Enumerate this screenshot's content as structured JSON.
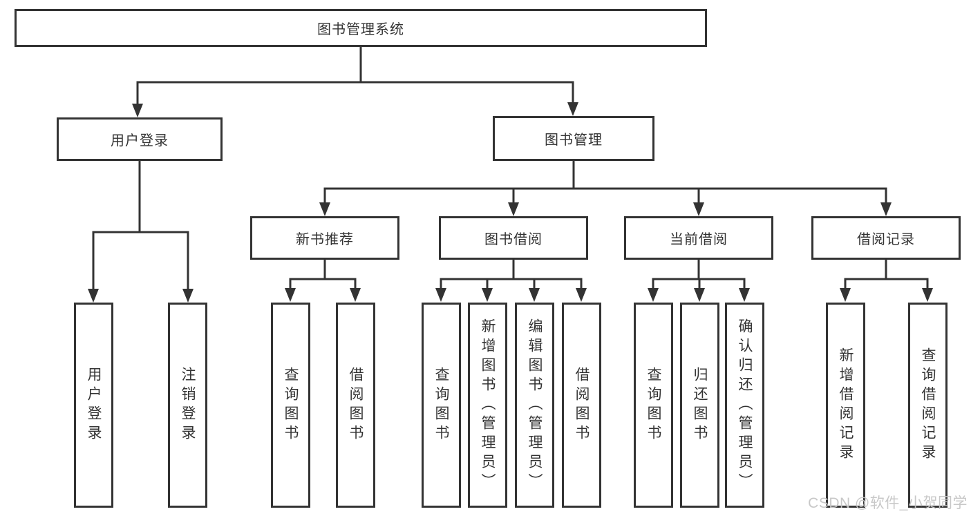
{
  "tree": {
    "root": {
      "label": "图书管理系统"
    },
    "user_login": {
      "label": "用户登录"
    },
    "book_mgmt": {
      "label": "图书管理"
    },
    "new_books": {
      "label": "新书推荐"
    },
    "book_borrow": {
      "label": "图书借阅"
    },
    "current_borrow": {
      "label": "当前借阅"
    },
    "borrow_records": {
      "label": "借阅记录"
    },
    "leaf_user_login": {
      "label": "用户登录"
    },
    "leaf_logout": {
      "label": "注销登录"
    },
    "leaf_nb_query": {
      "label": "查询图书"
    },
    "leaf_nb_borrow": {
      "label": "借阅图书"
    },
    "leaf_bb_query": {
      "label": "查询图书"
    },
    "leaf_bb_add": {
      "label": "新增图书（管理员）"
    },
    "leaf_bb_edit": {
      "label": "编辑图书（管理员）"
    },
    "leaf_bb_borrow": {
      "label": "借阅图书"
    },
    "leaf_cb_query": {
      "label": "查询图书"
    },
    "leaf_cb_return": {
      "label": "归还图书"
    },
    "leaf_cb_confirm": {
      "label": "确认归还（管理员）"
    },
    "leaf_br_add": {
      "label": "新增借阅记录"
    },
    "leaf_br_query": {
      "label": "查询借阅记录"
    }
  },
  "watermark": {
    "text": "CSDN @软件_小贺同学"
  },
  "colors": {
    "line": "#333333",
    "text": "#333333",
    "background": "#ffffff",
    "watermark": "#c5c5c5"
  }
}
